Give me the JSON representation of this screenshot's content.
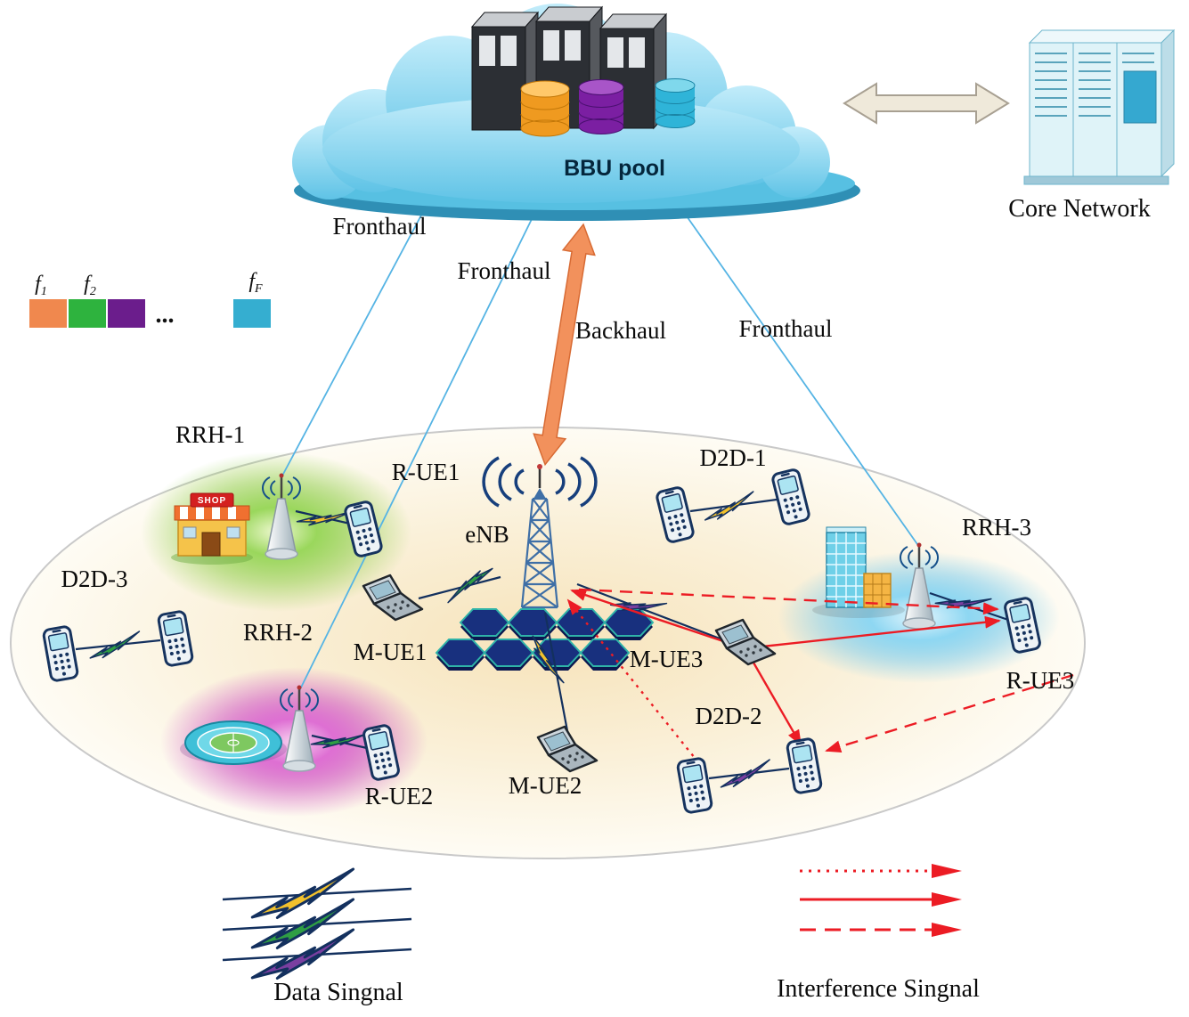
{
  "title": "C-RAN with D2D underlay network architecture diagram",
  "labels": {
    "bbu_pool": "BBU pool",
    "core_network": "Core Network",
    "fronthaul": "Fronthaul",
    "backhaul": "Backhaul",
    "enb": "eNB",
    "rrh1": "RRH-1",
    "rrh2": "RRH-2",
    "rrh3": "RRH-3",
    "rue1": "R-UE1",
    "rue2": "R-UE2",
    "rue3": "R-UE3",
    "mue1": "M-UE1",
    "mue2": "M-UE2",
    "mue3": "M-UE3",
    "d2d1": "D2D-1",
    "d2d2": "D2D-2",
    "d2d3": "D2D-3",
    "shop_sign": "SHOP",
    "freq_dots": "...",
    "data_signal_legend": "Data Singnal",
    "interference_legend": "Interference Singnal"
  },
  "frequency_legend": {
    "f1": {
      "base": "f",
      "sub": "1",
      "color": "#f0884e"
    },
    "f2": {
      "base": "f",
      "sub": "2",
      "color": "#2eb33e"
    },
    "f3": {
      "color": "#6b1d8c"
    },
    "fF": {
      "base": "f",
      "sub": "F",
      "color": "#35aed0"
    }
  },
  "colors": {
    "cloud": "#7fd2ee",
    "backhaul_arrow": "#f2915c",
    "fronthaul_line": "#55b4e4",
    "interference": "#ec1c24",
    "data_line": "#13305e",
    "bolt_yellow": "#f2c12c",
    "bolt_green": "#2f9e44",
    "bolt_purple": "#7a3fa0",
    "zone_green": "#7cc83e",
    "zone_pink": "#cd46c3",
    "zone_blue": "#6fccee"
  }
}
